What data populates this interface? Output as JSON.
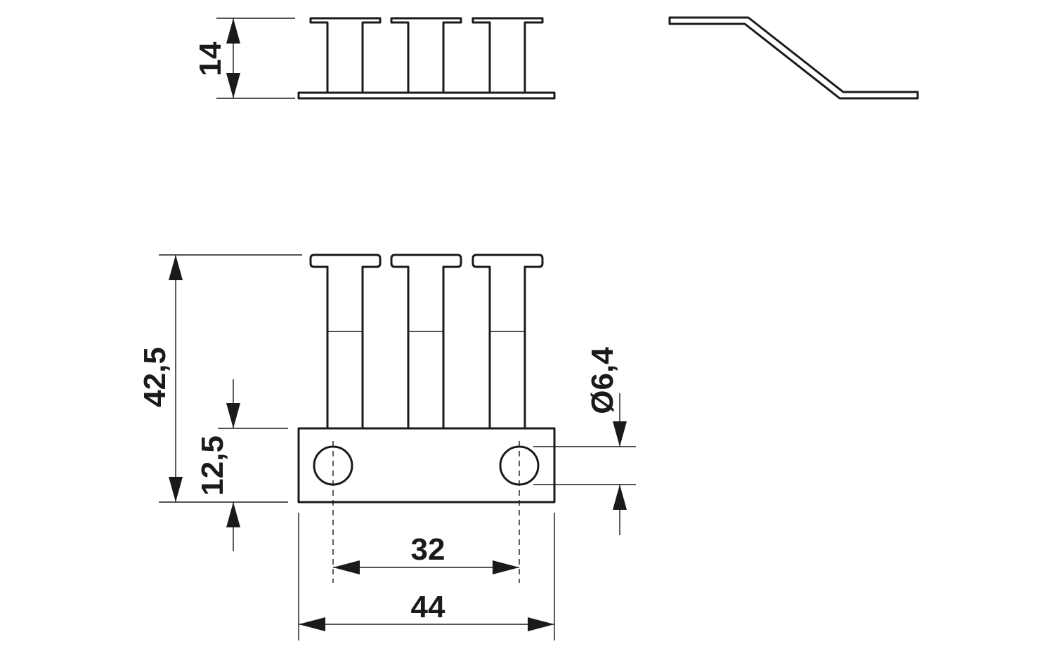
{
  "dimensions": {
    "top_height": "14",
    "total_height": "42,5",
    "base_height": "12,5",
    "hole_diameter": "Ø6,4",
    "hole_spacing": "32",
    "base_width": "44"
  },
  "colors": {
    "line": "#1a1a1a",
    "background": "#ffffff"
  }
}
